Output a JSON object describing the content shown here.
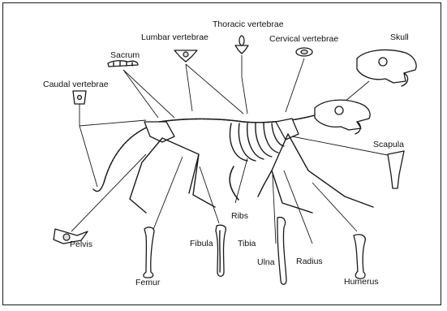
{
  "labels": {
    "thoracic": "Thoracic vertebrae",
    "lumbar": "Lumbar vertebrae",
    "cervical": "Cervical vertebrae",
    "skull": "Skull",
    "sacrum": "Sacrum",
    "caudal": "Caudal vertebrae",
    "scapula": "Scapula",
    "ribs": "Ribs",
    "pelvis": "Pelvis",
    "fibula": "Fibula",
    "tibia": "Tibia",
    "femur": "Femur",
    "ulna": "Ulna",
    "radius": "Radius",
    "humerus": "Humerus"
  }
}
